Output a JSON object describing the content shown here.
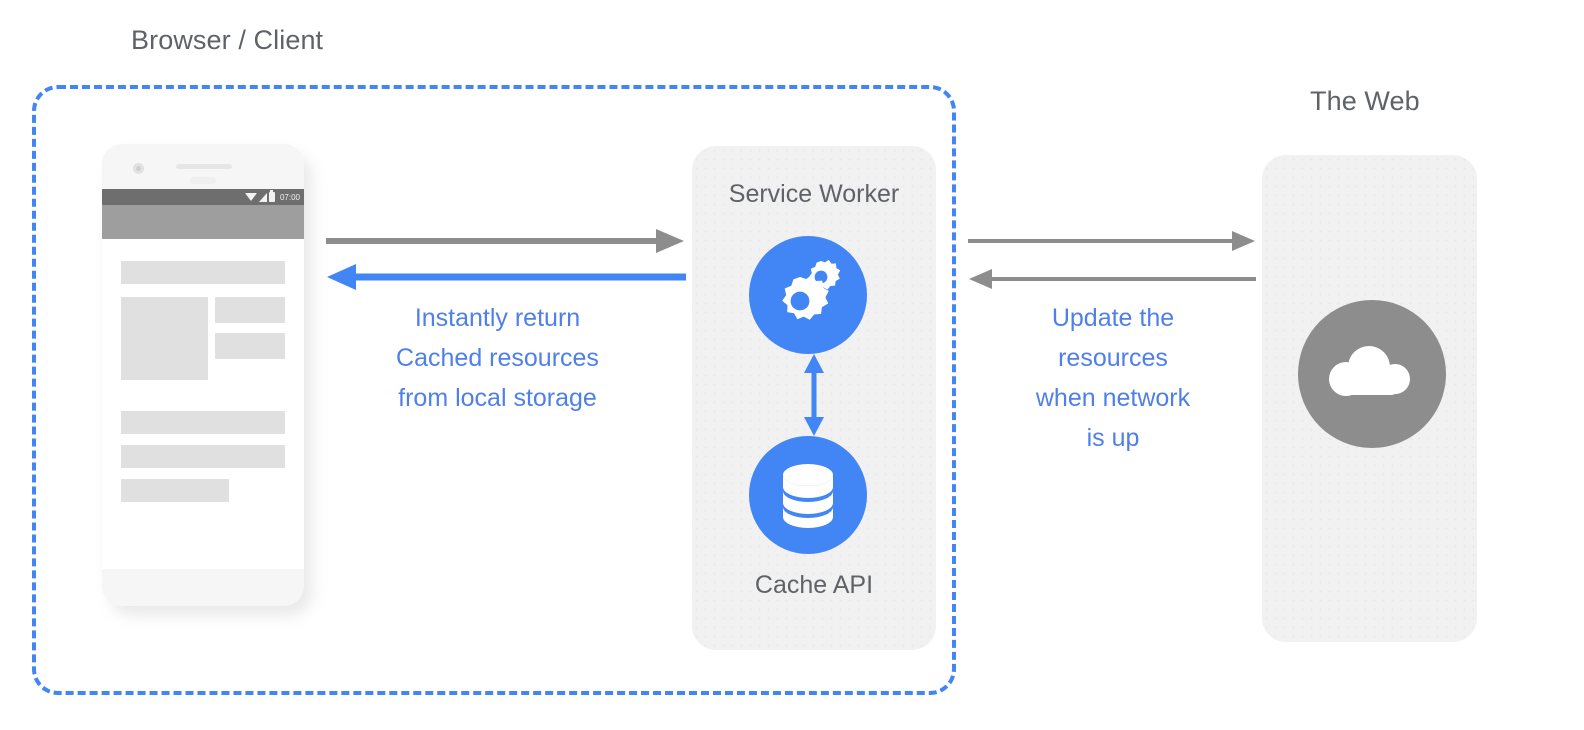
{
  "diagram": {
    "title_browser_client": "Browser / Client",
    "title_the_web": "The Web"
  },
  "phone": {
    "status_bar": {
      "time": "07:00",
      "icons": [
        "wifi-icon",
        "signal-icon",
        "battery-icon"
      ]
    },
    "nav_bar": {
      "items": [
        "back-icon",
        "home-icon",
        "recents-icon"
      ]
    }
  },
  "service_worker": {
    "label": "Service Worker",
    "cache_label": "Cache API",
    "gears_icon": "gears-icon",
    "database_icon": "database-icon",
    "link_icon": "double-arrow-vertical-icon"
  },
  "the_web": {
    "cloud_icon": "cloud-icon"
  },
  "captions": {
    "left": "Instantly return\nCached resources\nfrom local storage",
    "right": "Update the\nresources\nwhen network\nis up"
  },
  "arrows": {
    "phone_to_sw": "request-arrow-right",
    "sw_to_phone": "cached-response-arrow-left",
    "sw_to_web": "network-fetch-arrow-right",
    "web_to_sw": "network-response-arrow-left"
  },
  "colors": {
    "accent_blue": "#4285f4",
    "caption_blue": "#4f7fe8",
    "gray_text": "#5f6368",
    "arrow_gray": "#8d8d8d",
    "panel_bg": "#f1f1f1"
  }
}
